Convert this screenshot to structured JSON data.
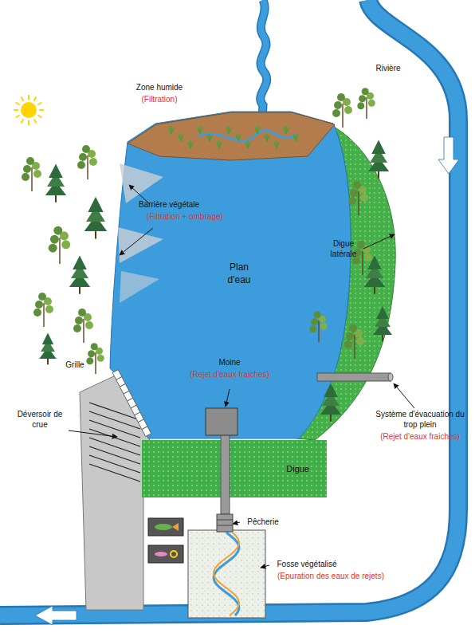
{
  "diagram": {
    "nodes": [
      {
        "text": [
          "Plan d'eau"
        ]
      },
      {
        "text": [
          "Digue"
        ]
      }
    ],
    "labels": [
      "Rivière",
      "Zone humide",
      "(Filtration)",
      "Barrière végétale",
      "(Filtration + ombrage)",
      "Digue latérale",
      "Moine",
      "(Rejet d'eaux fraiches)",
      "Grille",
      "Déversoir de crue",
      "Système d'évacuation du trop plein",
      "(Rejet d'eaux fraiches)",
      "Pêcherie",
      "Fosse végétalisé",
      "(Epuration des eaux de rejets)"
    ]
  }
}
